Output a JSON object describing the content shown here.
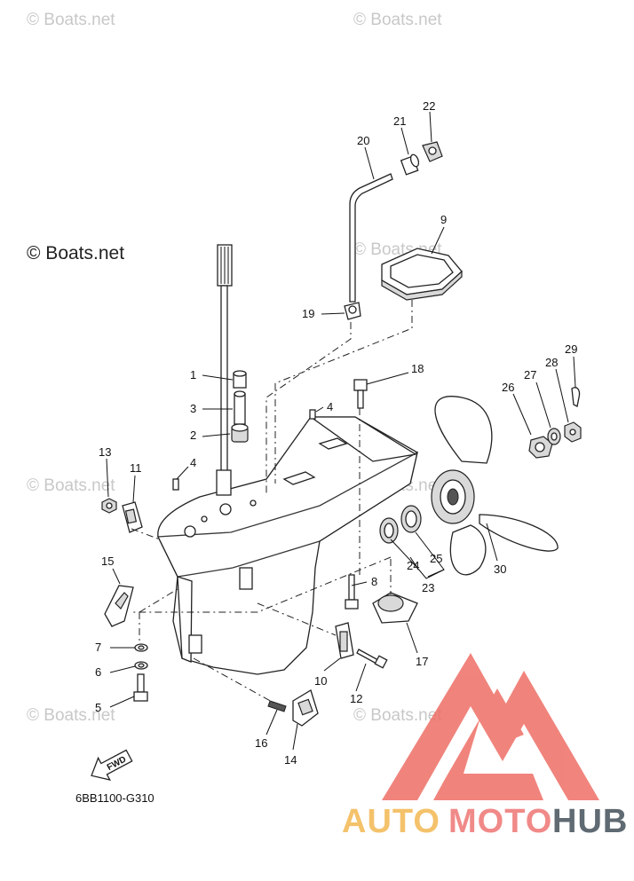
{
  "watermarks": [
    "© Boats.net",
    "© Boats.net",
    "© Boats.net",
    "© Boats.net",
    "© Boats.net",
    "© Boats.net",
    "© Boats.net",
    "© Boats.net"
  ],
  "copyright": "© Boats.net",
  "diagram_code": "6BB1100-G310",
  "fwd_label": "FWD",
  "brand": {
    "part1": "AUTO",
    "part2": "MOTO",
    "part3": "HUB",
    "color1": "#f4c26b",
    "color2": "#f08a88",
    "color3": "#5f6a72",
    "logo_color": "#ee6f66"
  },
  "parts": [
    {
      "num": "1"
    },
    {
      "num": "2"
    },
    {
      "num": "3"
    },
    {
      "num": "4"
    },
    {
      "num": "4"
    },
    {
      "num": "5"
    },
    {
      "num": "6"
    },
    {
      "num": "7"
    },
    {
      "num": "8"
    },
    {
      "num": "9"
    },
    {
      "num": "10"
    },
    {
      "num": "11"
    },
    {
      "num": "12"
    },
    {
      "num": "13"
    },
    {
      "num": "14"
    },
    {
      "num": "15"
    },
    {
      "num": "16"
    },
    {
      "num": "17"
    },
    {
      "num": "18"
    },
    {
      "num": "19"
    },
    {
      "num": "20"
    },
    {
      "num": "21"
    },
    {
      "num": "22"
    },
    {
      "num": "23"
    },
    {
      "num": "24"
    },
    {
      "num": "25"
    },
    {
      "num": "26"
    },
    {
      "num": "27"
    },
    {
      "num": "28"
    },
    {
      "num": "29"
    },
    {
      "num": "30"
    }
  ]
}
